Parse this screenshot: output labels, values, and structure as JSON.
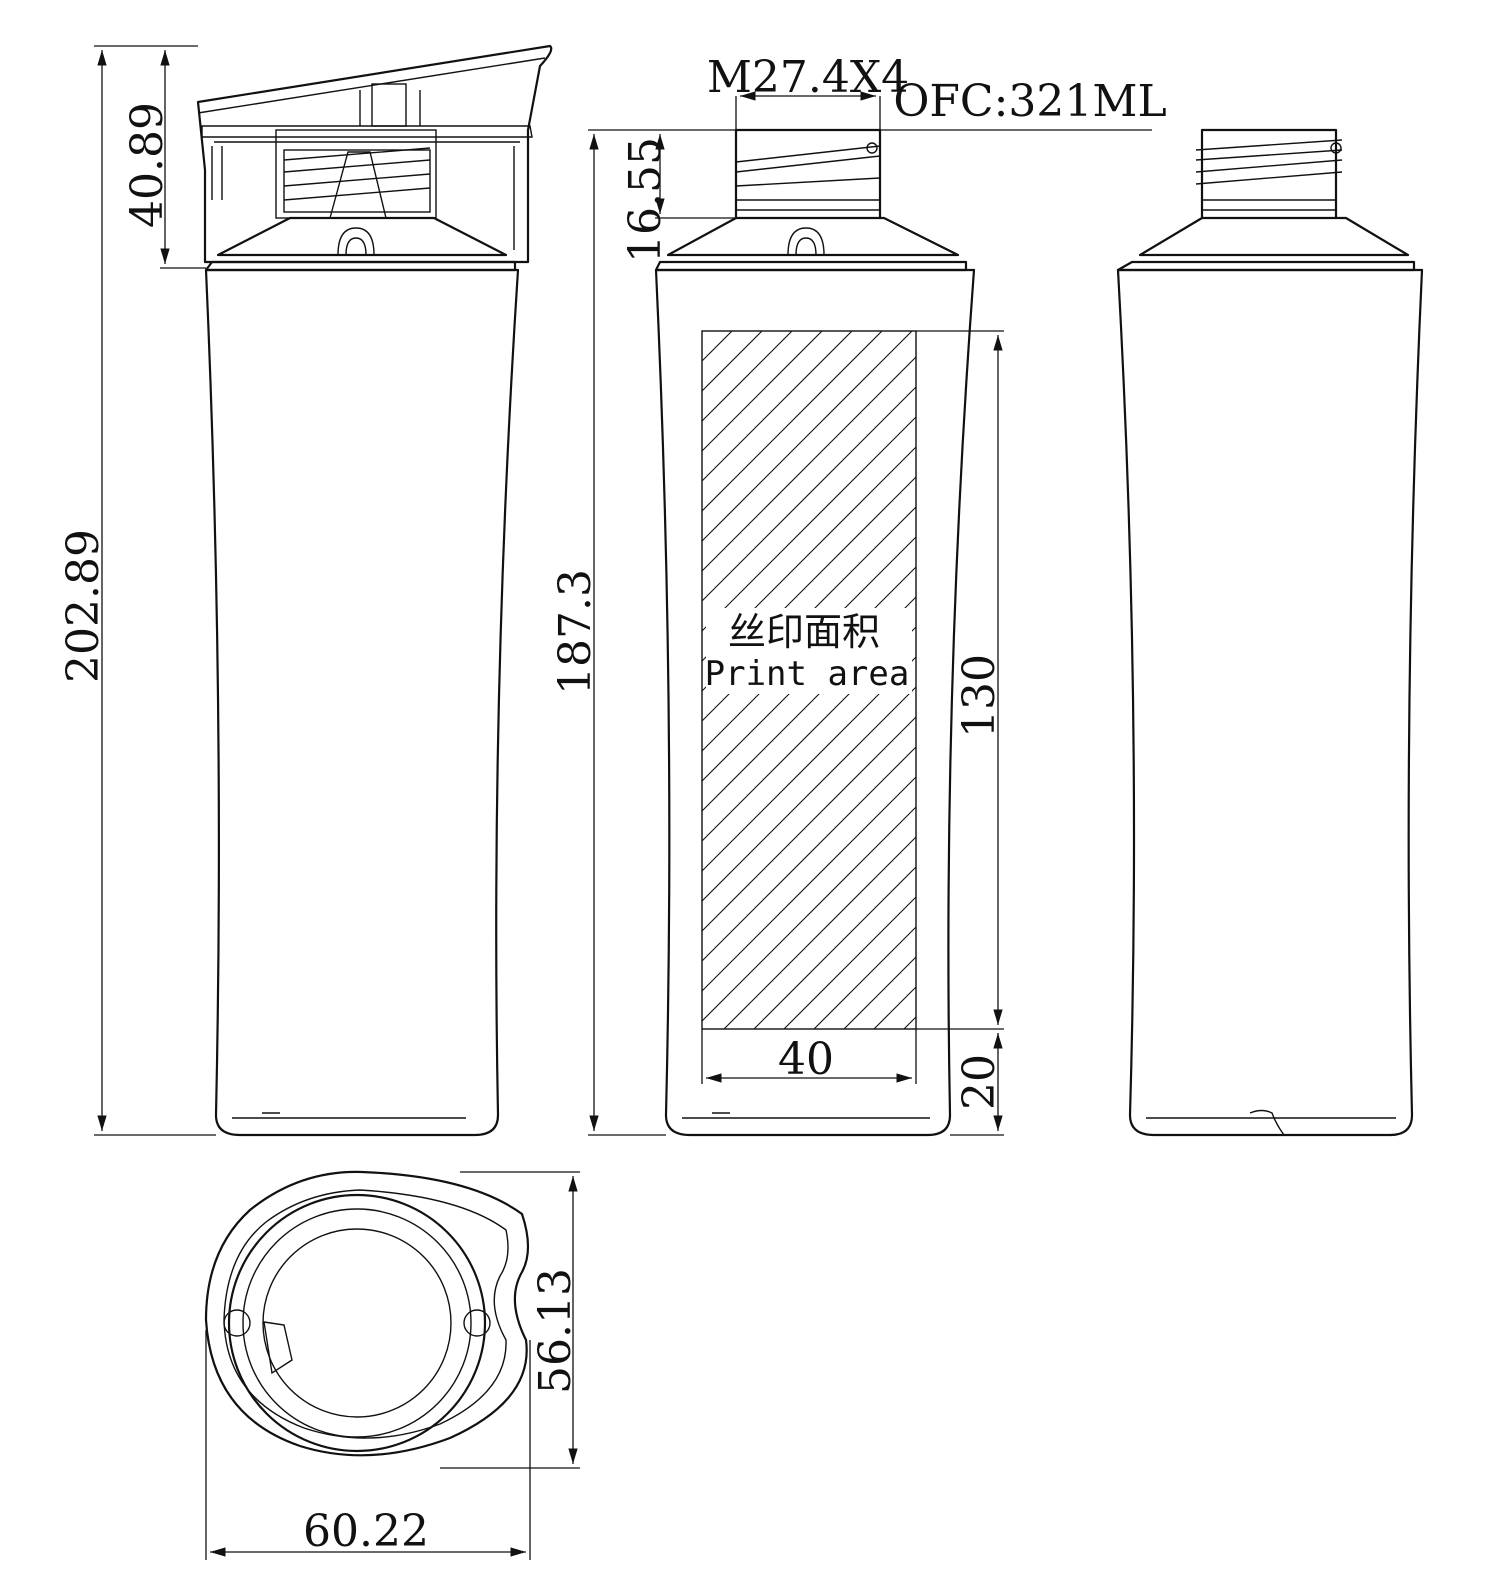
{
  "drawing": {
    "thread_spec": "M27.4X4",
    "capacity": "OFC:321ML",
    "print_area_cn": "丝印面积",
    "print_area_en": "Print area"
  },
  "dimensions": {
    "total_height": "202.89",
    "cap_height": "40.89",
    "bottle_height": "187.3",
    "neck_height": "16.55",
    "print_height": "130",
    "print_bottom_offset": "20",
    "print_width": "40",
    "base_depth": "56.13",
    "base_width": "60.22"
  }
}
